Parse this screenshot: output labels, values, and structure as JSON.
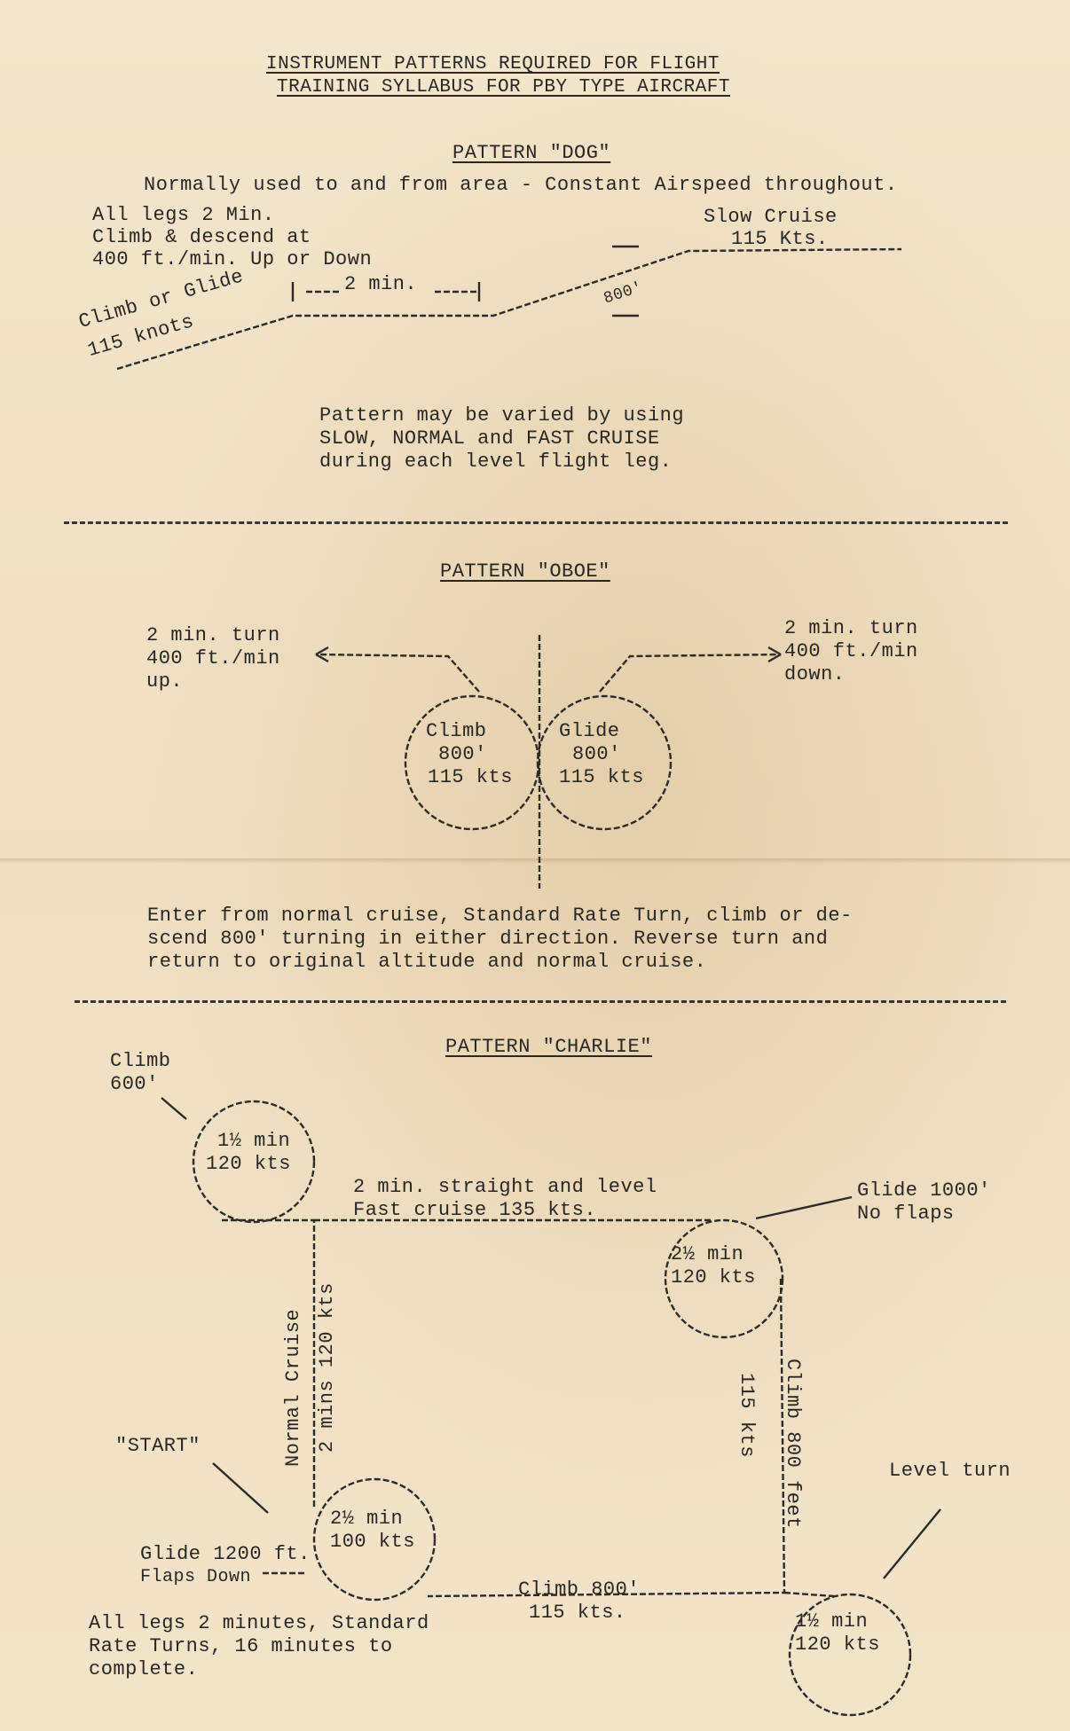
{
  "header": {
    "line1": "INSTRUMENT PATTERNS REQUIRED FOR FLIGHT",
    "line2": "TRAINING SYLLABUS FOR PBY TYPE AIRCRAFT"
  },
  "dog": {
    "title": "PATTERN \"DOG\"",
    "subtitle": "Normally used to and from area - Constant Airspeed throughout.",
    "legs_note": [
      "All legs 2 Min.",
      "Climb & descend at",
      "400 ft./min. Up or Down"
    ],
    "two_min": "2 min.",
    "climb_label": [
      "Climb or Glide",
      "115 knots"
    ],
    "slow_cruise": [
      "Slow Cruise",
      "115 Kts."
    ],
    "alt": "800'",
    "note": [
      "Pattern may be varied by using",
      "SLOW, NORMAL and FAST CRUISE",
      "during each level flight leg."
    ]
  },
  "oboe": {
    "title": "PATTERN \"OBOE\"",
    "left_note": [
      "2 min. turn",
      "400 ft./min",
      "up."
    ],
    "right_note": [
      "2 min. turn",
      "400 ft./min",
      "down."
    ],
    "left_circle": [
      "Climb",
      "800'",
      "115 kts"
    ],
    "right_circle": [
      "Glide",
      "800'",
      "115 kts"
    ],
    "note": [
      "Enter from normal cruise, Standard Rate Turn, climb or de-",
      "scend 800' turning in either direction. Reverse turn and",
      "return to original altitude and normal cruise."
    ]
  },
  "charlie": {
    "title": "PATTERN \"CHARLIE\"",
    "climb_600": [
      "Climb",
      "600'"
    ],
    "c1": [
      "1½ min",
      "120 kts"
    ],
    "top_leg": [
      "2 min. straight and level",
      "Fast cruise 135 kts."
    ],
    "glide_1000": [
      "Glide 1000'",
      "No flaps"
    ],
    "c2": [
      "2½ min",
      "120 kts"
    ],
    "right_leg_a": "115 kts",
    "right_leg_b": "Climb 800 feet",
    "level_turn": "Level turn",
    "start": "\"START\"",
    "left_leg_a": "Normal Cruise",
    "left_leg_b": "2 mins 120 kts",
    "c3": [
      "2½ min",
      "100 kts"
    ],
    "glide_1200": [
      "Glide 1200 ft.",
      "Flaps Down"
    ],
    "bottom_leg": [
      "Climb 800'",
      "115 kts."
    ],
    "c4": [
      "1½ min",
      "120 kts"
    ],
    "note": [
      "All legs 2 minutes, Standard",
      "Rate Turns, 16 minutes to",
      "complete."
    ]
  }
}
